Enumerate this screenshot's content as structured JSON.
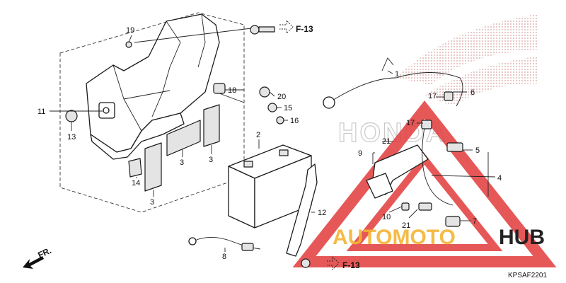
{
  "diagram": {
    "code": "KPSAF2201",
    "front_label": "FR.",
    "ref_top": "F-13",
    "ref_bottom": "F-13",
    "background_brand_text": "HONDA",
    "callouts": [
      "1",
      "2",
      "3",
      "3",
      "3",
      "4",
      "5",
      "6",
      "7",
      "8",
      "9",
      "10",
      "11",
      "12",
      "13",
      "14",
      "15",
      "16",
      "17",
      "17",
      "18",
      "19",
      "20",
      "21",
      "21"
    ]
  },
  "watermark": {
    "text_a": "AUTOMOTO",
    "text_b": "HUB",
    "color_a": "#f5b432",
    "color_b": "#222222",
    "triangle_color": "#e23b3b"
  },
  "colors": {
    "line": "#1a1a1a",
    "dotted_wing": "#d9a7a7"
  }
}
